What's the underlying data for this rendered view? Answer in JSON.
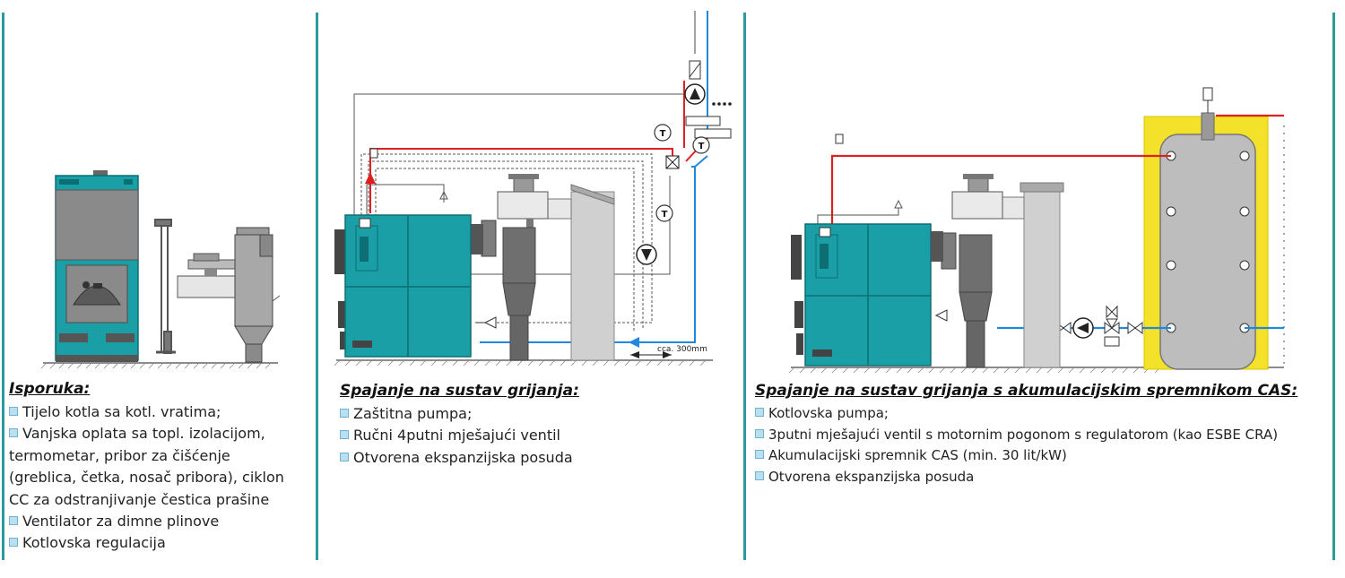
{
  "panels": {
    "delivery": {
      "title": "Isporuka:",
      "items": [
        "Tijelo kotla sa kotl. vratima;",
        "Vanjska oplata sa topl. izolacijom,",
        "termometar, pribor za čišćenje",
        "(greblica, četka, nosač pribora), ciklon",
        "CC za odstranjivanje čestica prašine",
        "Ventilator za dimne plinove",
        "Kotlovska regulacija"
      ]
    },
    "heating": {
      "title": "Spajanje na sustav grijanja:",
      "items": [
        "Zaštitna pumpa;",
        "Ručni 4putni mješajući ventil",
        "Otvorena ekspanzijska posuda"
      ],
      "dimension_label": "cca. 300mm",
      "thermometer_symbol": "T"
    },
    "accumulation": {
      "title": "Spajanje na sustav grijanja s akumulacijskim spremnikom CAS:",
      "items": [
        "Kotlovska pumpa;",
        "3putni mješajući ventil s motornim pogonom s regulatorom (kao ESBE CRA)",
        "Akumulacijski spremnik CAS (min. 30 lit/kW)",
        "Otvorena ekspanzijska posuda"
      ]
    }
  },
  "colors": {
    "boiler": "#1b9fa6",
    "divider": "#2a9a9d",
    "supply_pipe": "#e02020",
    "return_pipe": "#2288dd",
    "tank_insulation": "#f3e229",
    "tank": "#bdbdbd",
    "chimney": "#d0d0d0",
    "cyclone": "#777777"
  }
}
